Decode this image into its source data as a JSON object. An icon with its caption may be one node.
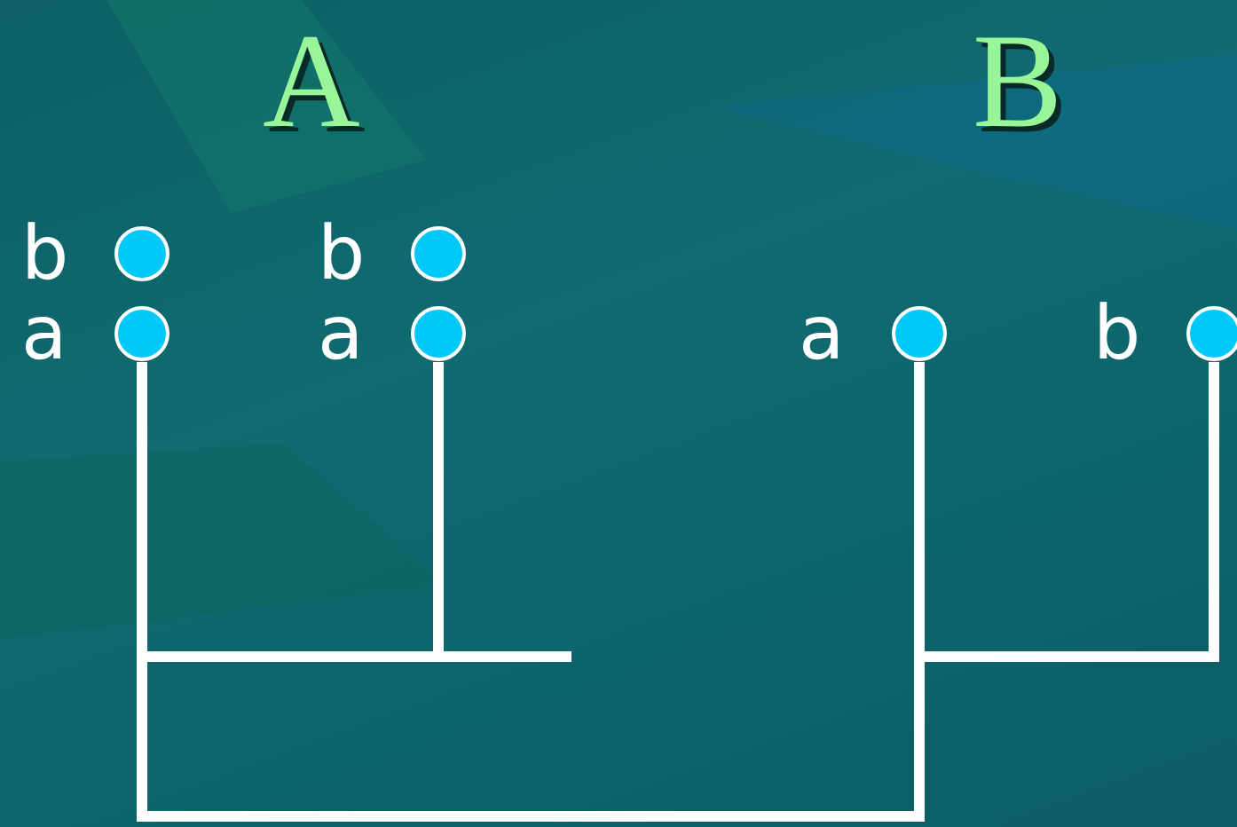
{
  "diagram": {
    "nodes": [
      {
        "text": [
          "b"
        ]
      },
      {
        "text": [
          "b"
        ]
      },
      {
        "text": [
          "a"
        ]
      },
      {
        "text": [
          "a"
        ]
      },
      {
        "text": [
          "a"
        ]
      },
      {
        "text": [
          "b"
        ]
      }
    ],
    "edges": [
      {
        "from": 2,
        "to": 3,
        "arrow": "none"
      },
      {
        "from": 2,
        "to": 4,
        "arrow": "none"
      },
      {
        "from": 4,
        "to": 5,
        "arrow": "none"
      }
    ],
    "labels": [
      "A",
      "B"
    ]
  }
}
